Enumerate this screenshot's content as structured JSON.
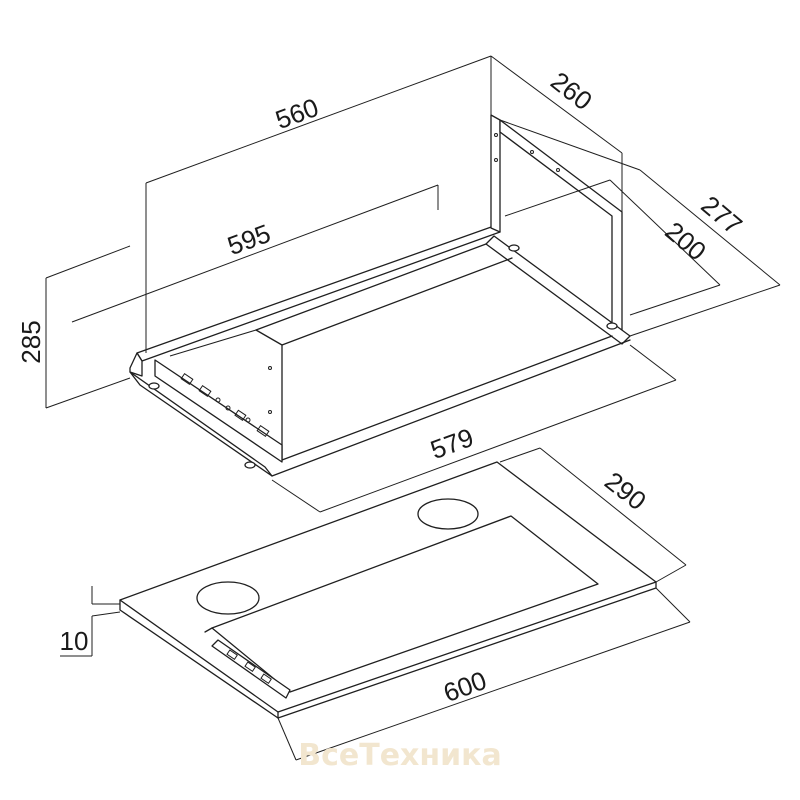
{
  "dimensions": {
    "width_top": "560",
    "depth_top": "260",
    "depth_outer": "277",
    "depth_inner": "200",
    "width_frame": "595",
    "height": "285",
    "width_bottom": "579",
    "panel_depth": "290",
    "panel_thickness": "10",
    "panel_width": "600"
  },
  "watermark": "ВсеТехника",
  "colors": {
    "line": "#1f1f1f",
    "watermark": "#f2e6cf"
  }
}
